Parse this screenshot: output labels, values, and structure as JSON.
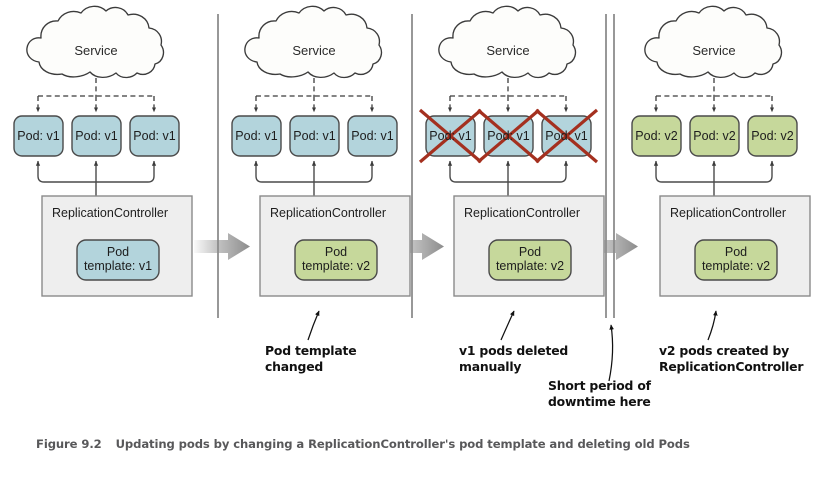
{
  "figure": {
    "number": "Figure 9.2",
    "title": "Updating pods by changing a ReplicationController's pod template and deleting old Pods"
  },
  "colors": {
    "pod_v1_fill": "#b3d4dc",
    "pod_v1_stroke": "#4a4a4a",
    "pod_v2_fill": "#c6d89b",
    "pod_v2_stroke": "#4a4a4a",
    "rc_fill": "#eeeeee",
    "rc_stroke": "#8a8a8a",
    "service_fill": "#fdfdfb",
    "service_stroke": "#3b3b3b",
    "delete_x": "#a4301f",
    "flow_arrow": "#8c8c8c",
    "divider": "#7f7f7f",
    "connector": "#4a4a4a",
    "caption_text": "#58585a"
  },
  "panels": [
    {
      "id": "panel-1",
      "service_label": "Service",
      "pods": [
        {
          "label": "Pod: v1",
          "version": "v1",
          "deleted": false
        },
        {
          "label": "Pod: v1",
          "version": "v1",
          "deleted": false
        },
        {
          "label": "Pod: v1",
          "version": "v1",
          "deleted": false
        }
      ],
      "controller_label": "ReplicationController",
      "template_line1": "Pod",
      "template_line2": "template: v1",
      "template_version": "v1"
    },
    {
      "id": "panel-2",
      "service_label": "Service",
      "pods": [
        {
          "label": "Pod: v1",
          "version": "v1",
          "deleted": false
        },
        {
          "label": "Pod: v1",
          "version": "v1",
          "deleted": false
        },
        {
          "label": "Pod: v1",
          "version": "v1",
          "deleted": false
        }
      ],
      "controller_label": "ReplicationController",
      "template_line1": "Pod",
      "template_line2": "template: v2",
      "template_version": "v2"
    },
    {
      "id": "panel-3",
      "service_label": "Service",
      "pods": [
        {
          "label": "Pod: v1",
          "version": "v1",
          "deleted": true
        },
        {
          "label": "Pod: v1",
          "version": "v1",
          "deleted": true
        },
        {
          "label": "Pod: v1",
          "version": "v1",
          "deleted": true
        }
      ],
      "controller_label": "ReplicationController",
      "template_line1": "Pod",
      "template_line2": "template: v2",
      "template_version": "v2"
    },
    {
      "id": "panel-4",
      "service_label": "Service",
      "pods": [
        {
          "label": "Pod: v2",
          "version": "v2",
          "deleted": false
        },
        {
          "label": "Pod: v2",
          "version": "v2",
          "deleted": false
        },
        {
          "label": "Pod: v2",
          "version": "v2",
          "deleted": false
        }
      ],
      "controller_label": "ReplicationController",
      "template_line1": "Pod",
      "template_line2": "template: v2",
      "template_version": "v2"
    }
  ],
  "annotations": [
    {
      "id": "anno-1",
      "line1": "Pod template",
      "line2": "changed"
    },
    {
      "id": "anno-2",
      "line1": "v1 pods deleted",
      "line2": "manually"
    },
    {
      "id": "anno-3",
      "line1": "Short period of",
      "line2": "downtime here"
    },
    {
      "id": "anno-4",
      "line1": "v2 pods created by",
      "line2": "ReplicationController"
    }
  ]
}
